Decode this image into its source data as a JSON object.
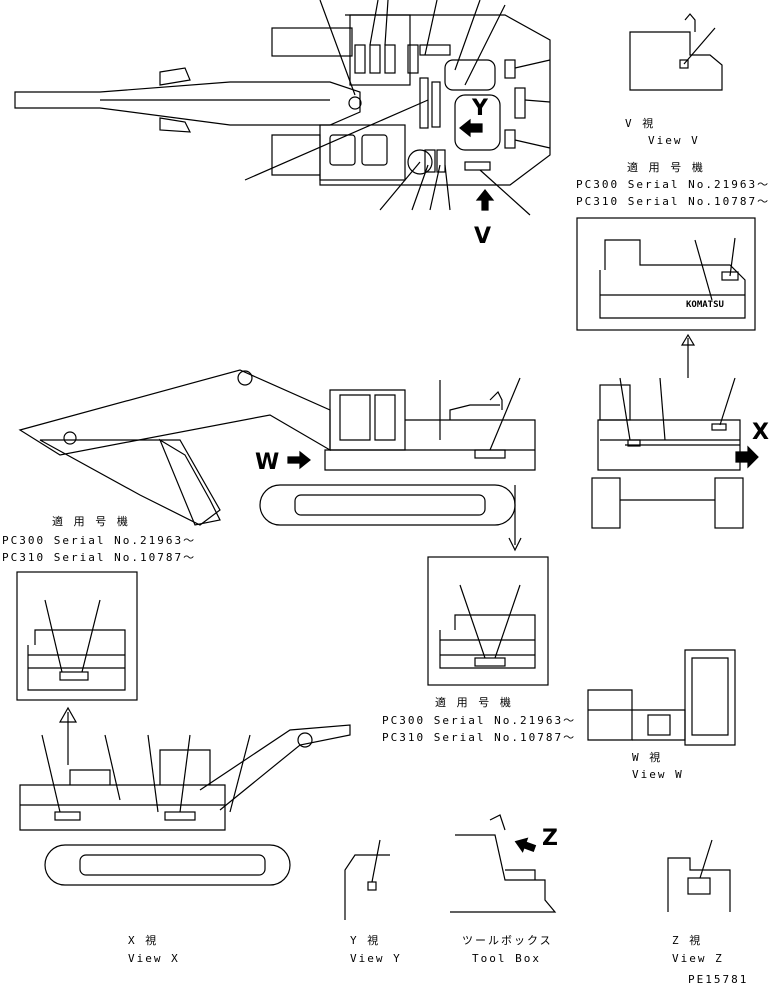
{
  "applicable_models": {
    "heading": "適 用 号 機",
    "pc300": "PC300 Serial No.21963～",
    "pc310": "PC310 Serial No.10787～"
  },
  "views": {
    "v": {
      "jp": "V 視",
      "en": "View V"
    },
    "w": {
      "jp": "W 視",
      "en": "View W"
    },
    "x": {
      "jp": "X 視",
      "en": "View X"
    },
    "y": {
      "jp": "Y 視",
      "en": "View Y"
    },
    "z": {
      "jp": "Z 視",
      "en": "View Z"
    },
    "toolbox": {
      "jp": "ツールボックス",
      "en": "Tool Box"
    }
  },
  "arrow_letters": {
    "v": "V",
    "w": "W",
    "x": "X",
    "y": "Y",
    "z": "Z"
  },
  "brand_decal": "KOMATSU",
  "drawing_number": "PE15781"
}
